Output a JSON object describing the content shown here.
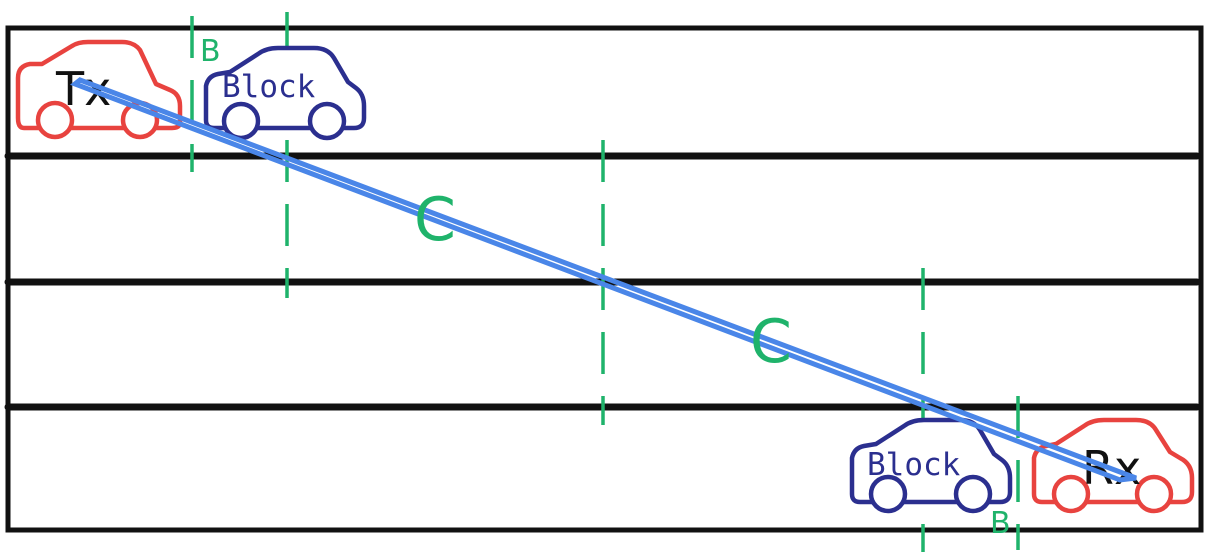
{
  "colors": {
    "road": "#111111",
    "tx_rx_car": "#e8433f",
    "block_car": "#2b2f8f",
    "ray": "#4a86e8",
    "zone": "#1fb36b",
    "text": "#111111"
  },
  "labels": {
    "tx": "Tx",
    "rx": "Rx",
    "block_top": "Block",
    "block_bottom": "Block",
    "zone_c_upper": "C",
    "zone_c_lower": "C",
    "zone_b_top": "B",
    "zone_b_bottom": "B"
  },
  "icons": {
    "car_shape": "car-icon"
  }
}
